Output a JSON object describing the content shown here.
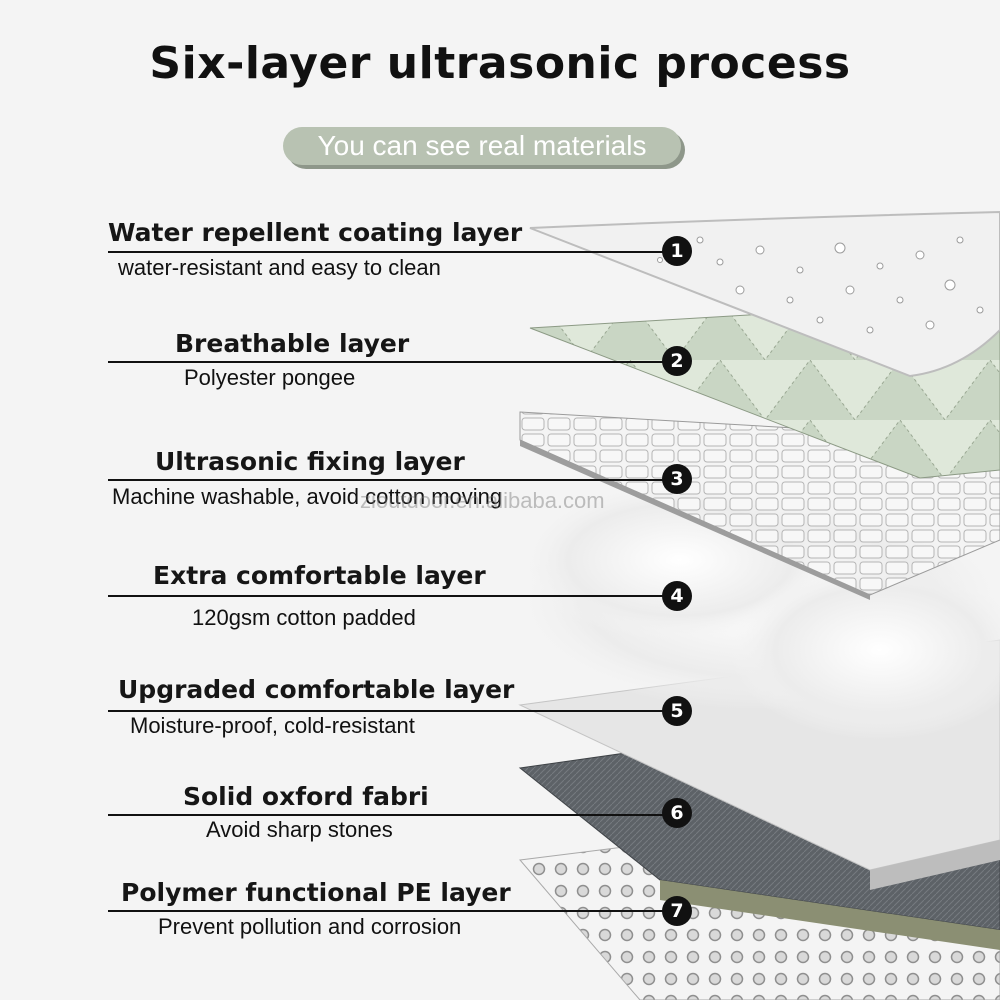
{
  "title": "Six-layer ultrasonic process",
  "subtitle": "You can see real materials",
  "watermark": "zioutdoor.en.alibaba.com",
  "layers": [
    {
      "number": "1",
      "name": "Water repellent coating layer",
      "desc": "water-resistant and easy to clean"
    },
    {
      "number": "2",
      "name": "Breathable layer",
      "desc": "Polyester pongee"
    },
    {
      "number": "3",
      "name": "Ultrasonic fixing layer",
      "desc": "Machine washable, avoid cotton moving"
    },
    {
      "number": "4",
      "name": "Extra comfortable layer",
      "desc": "120gsm cotton padded"
    },
    {
      "number": "5",
      "name": "Upgraded comfortable layer",
      "desc": "Moisture-proof, cold-resistant"
    },
    {
      "number": "6",
      "name": "Solid oxford fabri",
      "desc": "Avoid sharp stones"
    },
    {
      "number": "7",
      "name": "Polymer functional PE layer",
      "desc": "Prevent pollution and corrosion"
    }
  ]
}
